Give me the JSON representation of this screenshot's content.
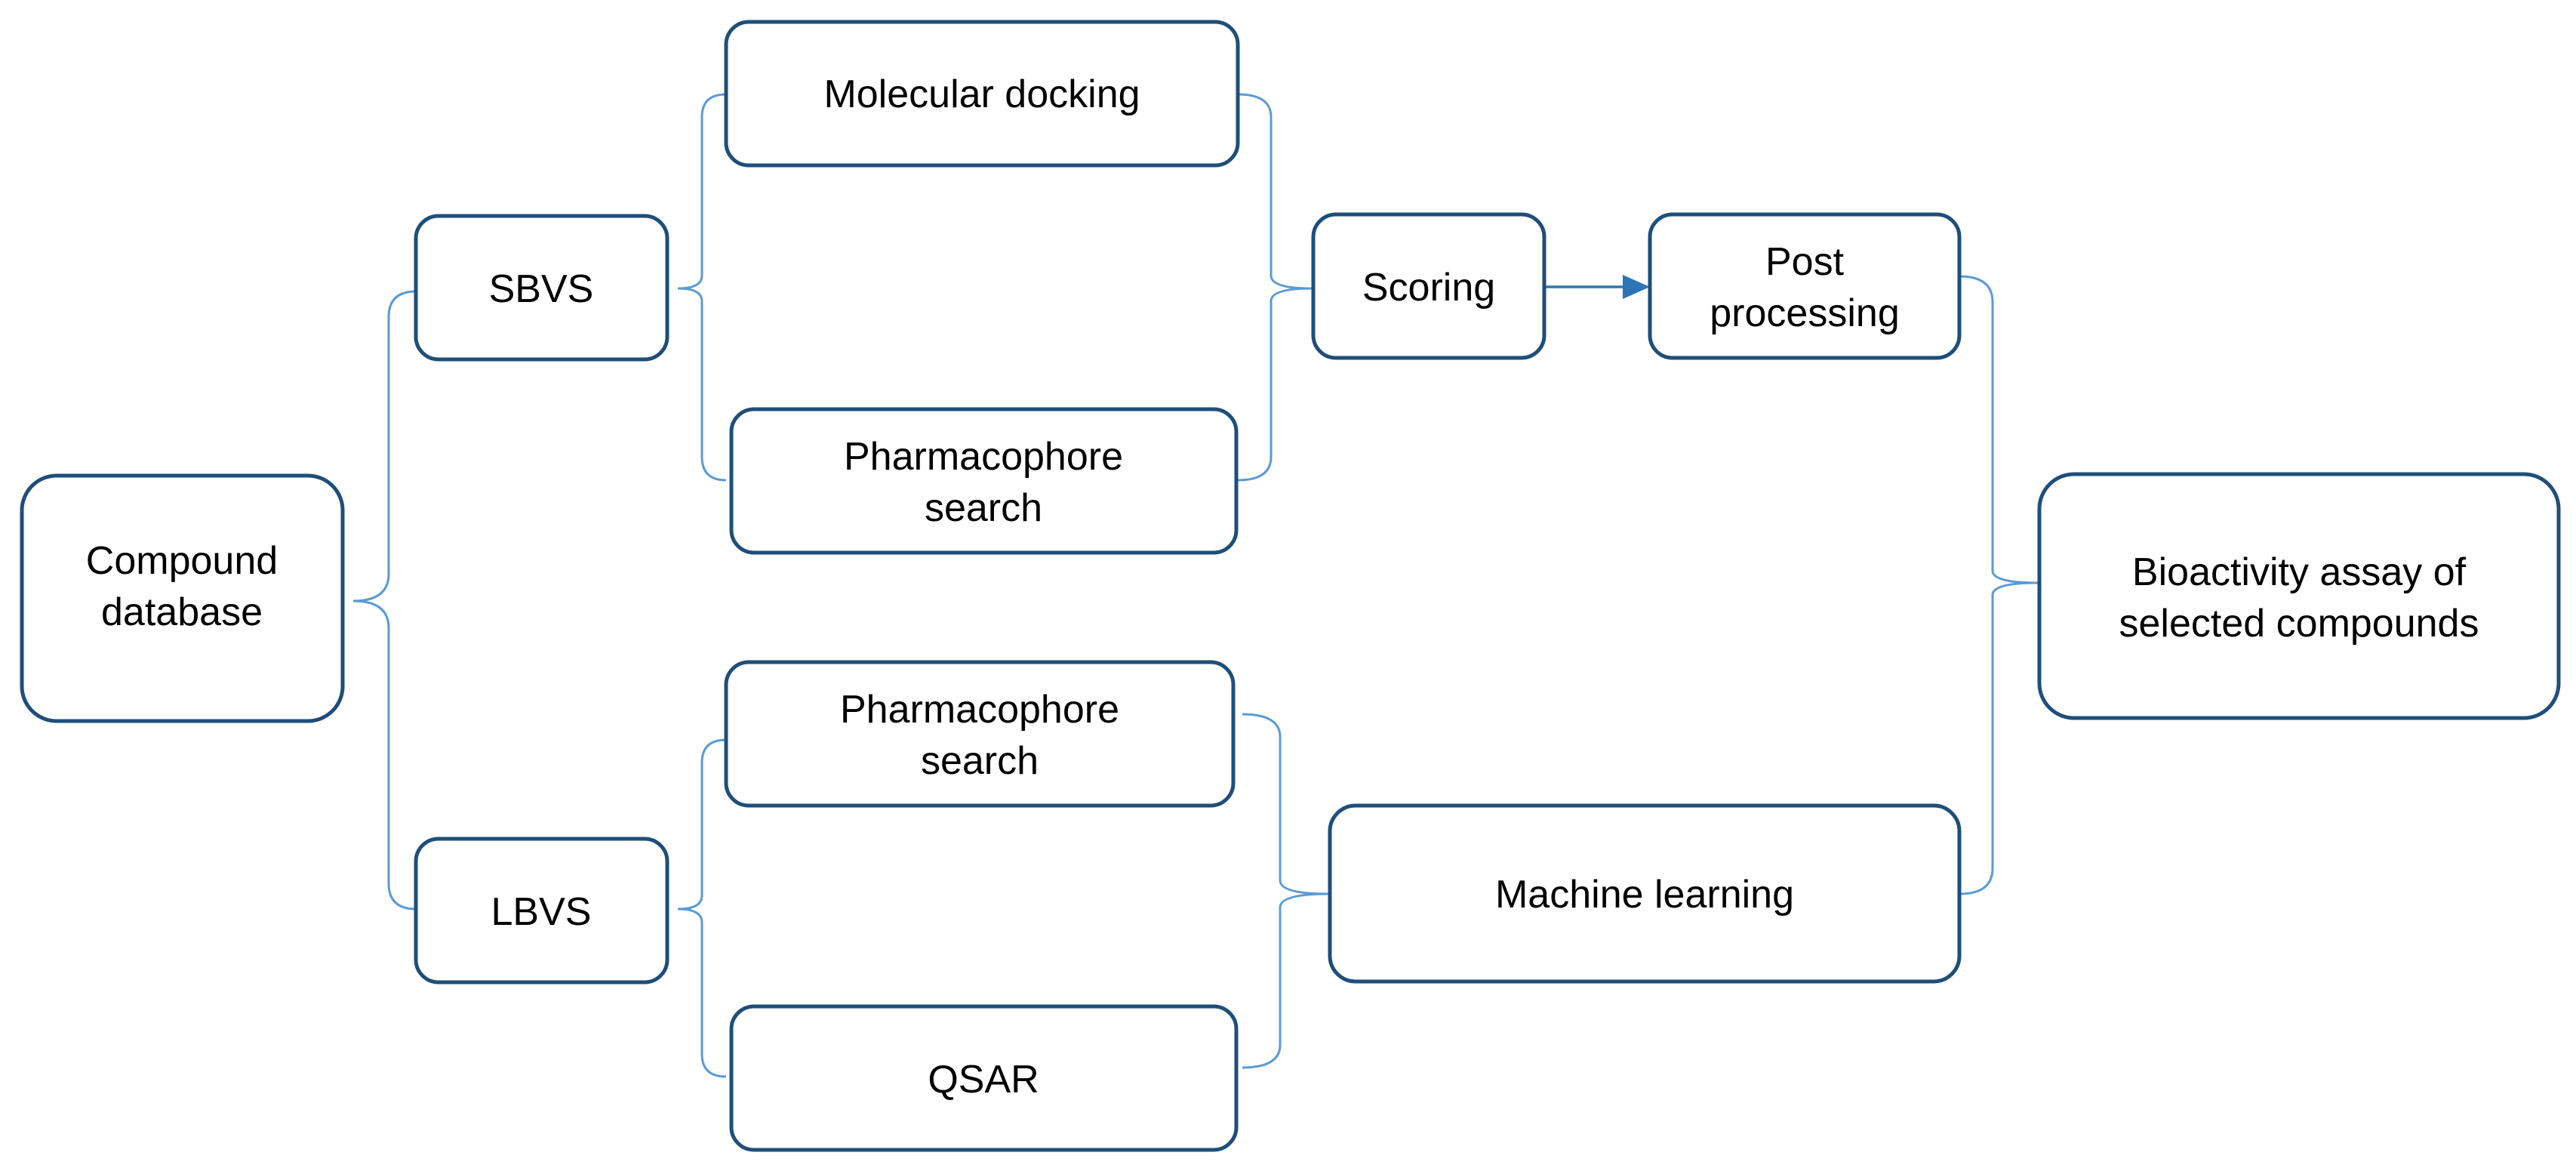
{
  "diagram": {
    "nodes": [
      {
        "id": "compound-database",
        "lines": [
          "Compound",
          "database"
        ]
      },
      {
        "id": "sbvs",
        "lines": [
          "SBVS"
        ]
      },
      {
        "id": "lbvs",
        "lines": [
          "LBVS"
        ]
      },
      {
        "id": "molecular-docking",
        "lines": [
          "Molecular docking"
        ]
      },
      {
        "id": "pharmacophore-search-sb",
        "lines": [
          "Pharmacophore",
          "search"
        ]
      },
      {
        "id": "pharmacophore-search-lb",
        "lines": [
          "Pharmacophore",
          "search"
        ]
      },
      {
        "id": "qsar",
        "lines": [
          "QSAR"
        ]
      },
      {
        "id": "scoring",
        "lines": [
          "Scoring"
        ]
      },
      {
        "id": "post-processing",
        "lines": [
          "Post",
          "processing"
        ]
      },
      {
        "id": "machine-learning",
        "lines": [
          "Machine learning"
        ]
      },
      {
        "id": "bioactivity-assay",
        "lines": [
          "Bioactivity assay of",
          "selected compounds"
        ]
      }
    ],
    "edges": [
      {
        "from": "compound-database",
        "to": [
          "sbvs",
          "lbvs"
        ],
        "style": "bracket"
      },
      {
        "from": "sbvs",
        "to": [
          "molecular-docking",
          "pharmacophore-search-sb"
        ],
        "style": "bracket"
      },
      {
        "from": "lbvs",
        "to": [
          "pharmacophore-search-lb",
          "qsar"
        ],
        "style": "bracket"
      },
      {
        "from": [
          "molecular-docking",
          "pharmacophore-search-sb"
        ],
        "to": "scoring",
        "style": "bracket"
      },
      {
        "from": "scoring",
        "to": "post-processing",
        "style": "arrow"
      },
      {
        "from": [
          "pharmacophore-search-lb",
          "qsar"
        ],
        "to": "machine-learning",
        "style": "bracket"
      },
      {
        "from": [
          "post-processing",
          "machine-learning"
        ],
        "to": "bioactivity-assay",
        "style": "bracket"
      }
    ],
    "colors": {
      "box_border": "#1f4e79",
      "connector": "#5b9bd5",
      "arrow": "#2e75b6",
      "text": "#000000"
    }
  }
}
